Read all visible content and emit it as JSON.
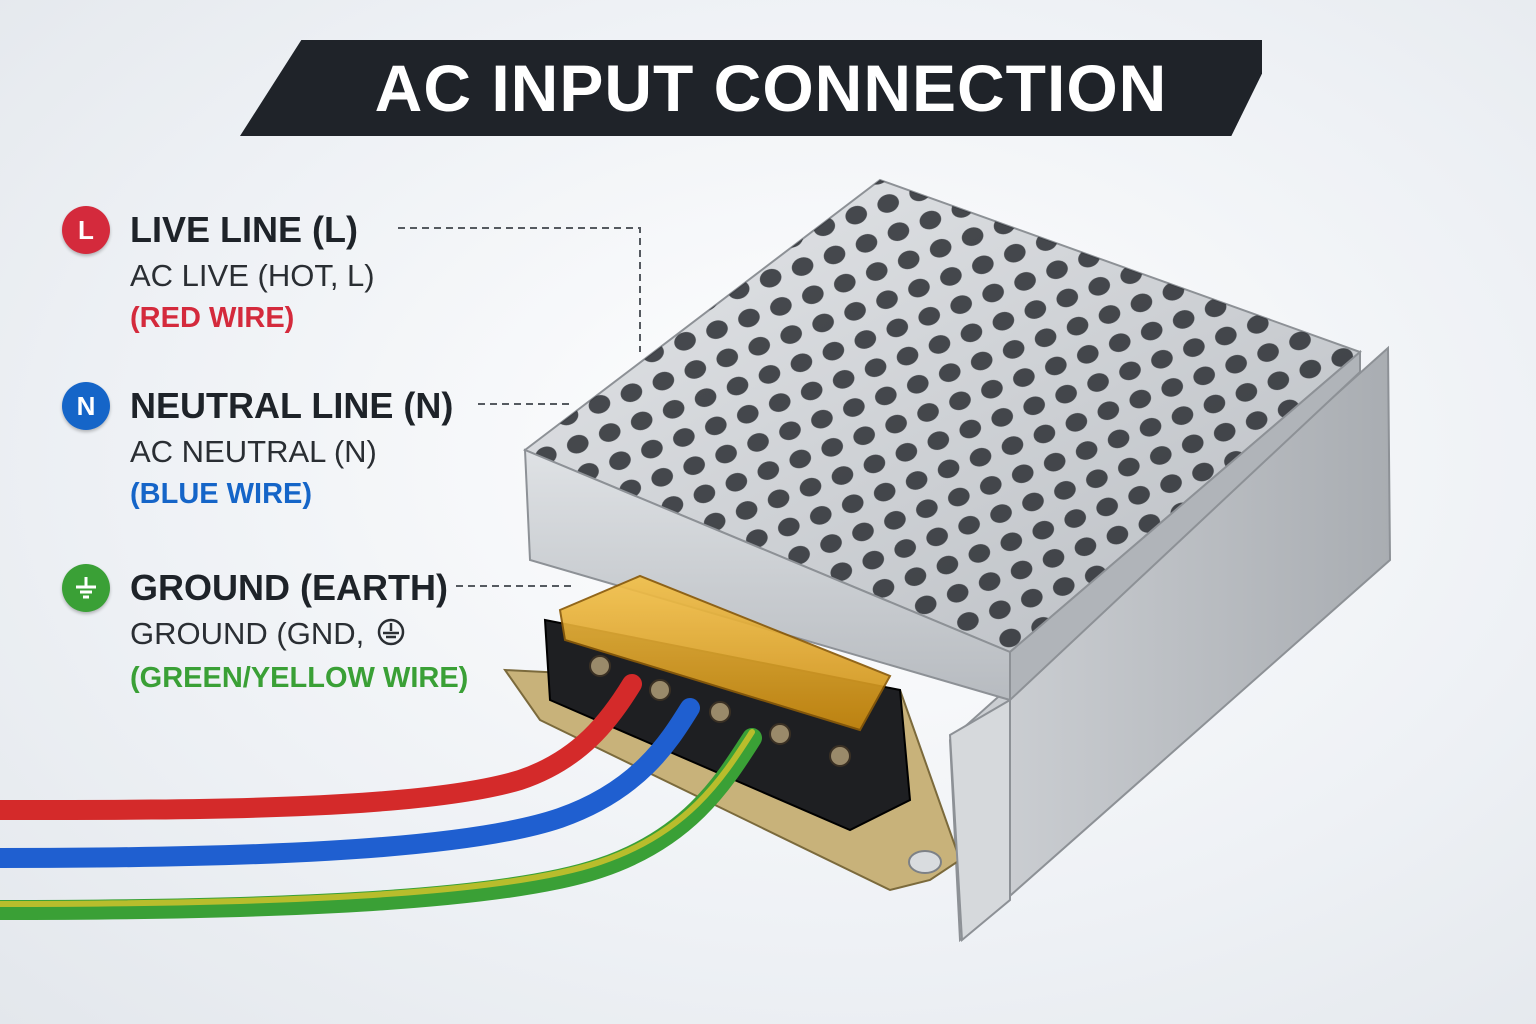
{
  "title": "AC INPUT CONNECTION",
  "labels": {
    "live": {
      "badge": "L",
      "heading": "LIVE LINE (L)",
      "subtitle": "AC LIVE (HOT, L)",
      "wire": "(RED WIRE)",
      "color": "#d42a3c"
    },
    "neutral": {
      "badge": "N",
      "heading": "NEUTRAL LINE (N)",
      "subtitle": "AC NEUTRAL (N)",
      "wire": "(BLUE WIRE)",
      "color": "#1565c8"
    },
    "ground": {
      "badge": "ground-symbol-icon",
      "heading": "GROUND (EARTH)",
      "subtitle": "GROUND (GND,",
      "wire": "(GREEN/YELLOW WIRE)",
      "color": "#3aa036"
    }
  },
  "colors": {
    "banner": "#1f2329",
    "live_wire": "#d42a2a",
    "neutral_wire": "#1f5fd0",
    "ground_wire_green": "#3aa036",
    "ground_wire_yellow": "#d8c42a",
    "terminal_cover": "#e0a21a",
    "housing": "#c9ccd0"
  }
}
